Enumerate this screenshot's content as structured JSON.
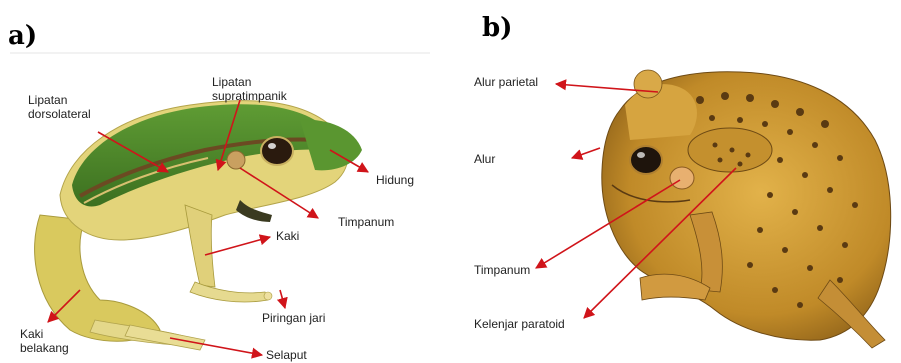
{
  "panel_a": {
    "letter": "a)",
    "labels": {
      "lipatan_dorsolateral_1": "Lipatan",
      "lipatan_dorsolateral_2": "dorsolateral",
      "lipatan_supratimpanik_1": "Lipatan",
      "lipatan_supratimpanik_2": "supratimpanik",
      "hidung": "Hidung",
      "timpanum": "Timpanum",
      "kaki_depan": "Kaki",
      "piringan_jari": "Piringan jari",
      "kaki_belakang_1": "Kaki",
      "kaki_belakang_2": "belakang",
      "selaput": "Selaput"
    }
  },
  "panel_b": {
    "letter": "b)",
    "labels": {
      "alur_parietal": "Alur parietal",
      "alur": "Alur",
      "timpanum": "Timpanum",
      "kelenjar_paratoid": "Kelenjar paratoid"
    }
  },
  "colors": {
    "arrow": "#d0141a",
    "frog_green": "#4e8a2c",
    "frog_yellow": "#e8d77a",
    "toad_body": "#c8942e",
    "toad_spots": "#5a3a12"
  }
}
